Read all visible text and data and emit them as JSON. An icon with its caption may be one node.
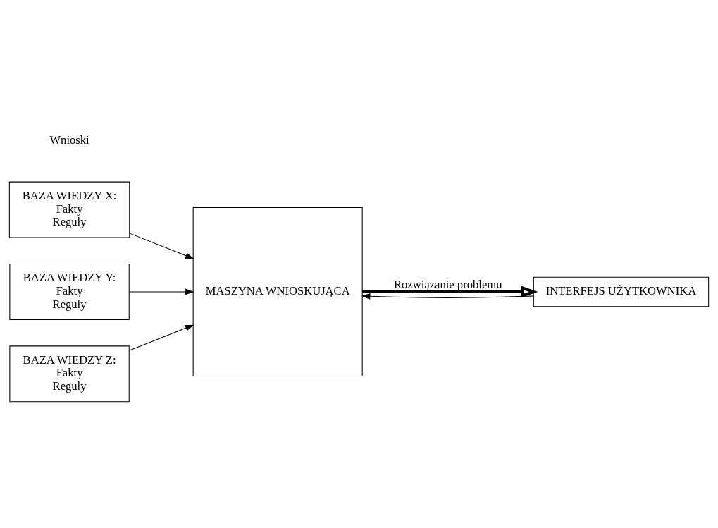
{
  "diagram": {
    "nodes": [
      {
        "text": [
          "BAZA WIEDZY X:",
          "Fakty",
          "Reguły"
        ]
      },
      {
        "text": [
          "BAZA WIEDZY Y:",
          "Fakty",
          "Reguły"
        ]
      },
      {
        "text": [
          "BAZA WIEDZY Z:",
          "Fakty",
          "Reguły"
        ]
      },
      {
        "text": [
          "MASZYNA WNIOSKUJĄCA"
        ]
      },
      {
        "text": [
          "INTERFEJS UŻYTKOWNIKA"
        ]
      }
    ],
    "edges": [
      {
        "from": 0,
        "to": 3,
        "arrow": "to"
      },
      {
        "from": 1,
        "to": 3,
        "arrow": "to"
      },
      {
        "from": 2,
        "to": 3,
        "arrow": "to"
      },
      {
        "from": 4,
        "to": 3,
        "arrow": "to"
      },
      {
        "from": 3,
        "to": 4,
        "arrow": "to",
        "style": "thick",
        "label": "Rozwiązanie problemu"
      }
    ],
    "labels": [
      "Wnioski"
    ]
  }
}
